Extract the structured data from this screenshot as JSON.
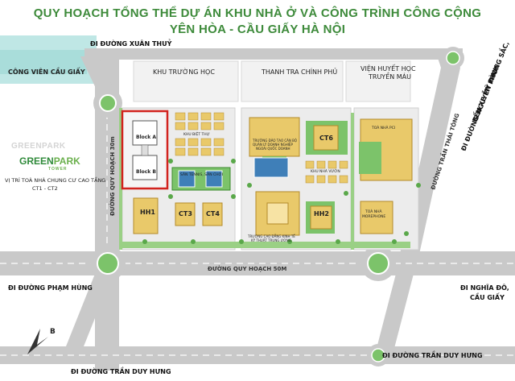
{
  "title_line1": "QUY HOẠCH TỔNG THỂ DỰ ÁN KHU NHÀ Ở VÀ CÔNG TRÌNH CÔNG CỘNG",
  "title_line2": "YÊN HÒA - CẦU GIẤY HÀ NỘI",
  "colors": {
    "title": "#3d8a3a",
    "road": "#c9c9c9",
    "green": "#7cc36a",
    "building": "#e9c96a",
    "highlight": "#d2231e",
    "teal_corner": "#9fd8d6"
  },
  "top_labels": {
    "park": "CÔNG VIÊN CẦU GIẤY",
    "school": "KHU TRƯỜNG HỌC",
    "inspectorate": "THANH TRA CHÍNH PHỦ",
    "blood_institute_1": "VIỆN HUYẾT HỌC",
    "blood_institute_2": "TRUYỀN MÁU"
  },
  "directions": {
    "xuan_thuy": "ĐI ĐƯỜNG XUÂN THUỶ",
    "pham_hung": "ĐI ĐƯỜNG PHẠM HÙNG",
    "tran_duy_hung_left": "ĐI ĐƯỜNG TRẦN DUY HƯNG",
    "tran_duy_hung_right": "ĐI ĐƯỜNG TRẦN DUY HƯNG",
    "nghia_do_1": "ĐI NGHĨA ĐÔ,",
    "nghia_do_2": "CẦU GIẤY",
    "nguyen_phong_sac_1": "ĐI ĐƯỜNG NGUYỄN PHONG SẮC,",
    "nguyen_phong_sac_2": "BẾN XE MỸ ĐÌNH"
  },
  "roads": {
    "quy_hoach_50": "ĐƯỜNG QUY HOẠCH 50M",
    "quy_hoach_30": "ĐƯỜNG QUY HOẠCH 30m",
    "tran_thai_tong": "ĐƯỜNG TRẦN THÁI TÔNG"
  },
  "brand": {
    "green": "GREEN",
    "park": "PARK",
    "tower": "TOWER",
    "watermark": "GREENPARK"
  },
  "location_note_1": "VỊ TRÍ TOÀ NHÀ CHUNG CƯ CAO TẦNG",
  "location_note_2": "CT1 - CT2",
  "blocks": {
    "a": "Block A",
    "b": "Block B"
  },
  "buildings": {
    "hh1": "HH1",
    "ct3": "CT3",
    "ct4": "CT4",
    "ct6": "CT6",
    "hh2": "HH2"
  },
  "facilities": {
    "villas": "KHU BIỆT THỰ",
    "tennis": "SÂN TENNIS, SÂN CHƠI",
    "business_school_1": "TRƯỜNG ĐÀO TẠO CÁN BỘ",
    "business_school_2": "QUẢN LÝ DOANH NGHIỆP",
    "business_school_3": "NGOÀI QUỐC DOANH",
    "pci_1": "TOÀ NHÀ PCI",
    "garden_houses": "KHU NHÀ VƯỜN",
    "technical_college_1": "TRƯỜNG CAO ĐẲNG KINH TẾ",
    "technical_college_2": "KỸ THUẬT TRUNG ƯƠNG",
    "morephone_1": "TOÀ NHÀ",
    "morephone_2": "MOREPHONE"
  },
  "compass": {
    "north": "B"
  }
}
